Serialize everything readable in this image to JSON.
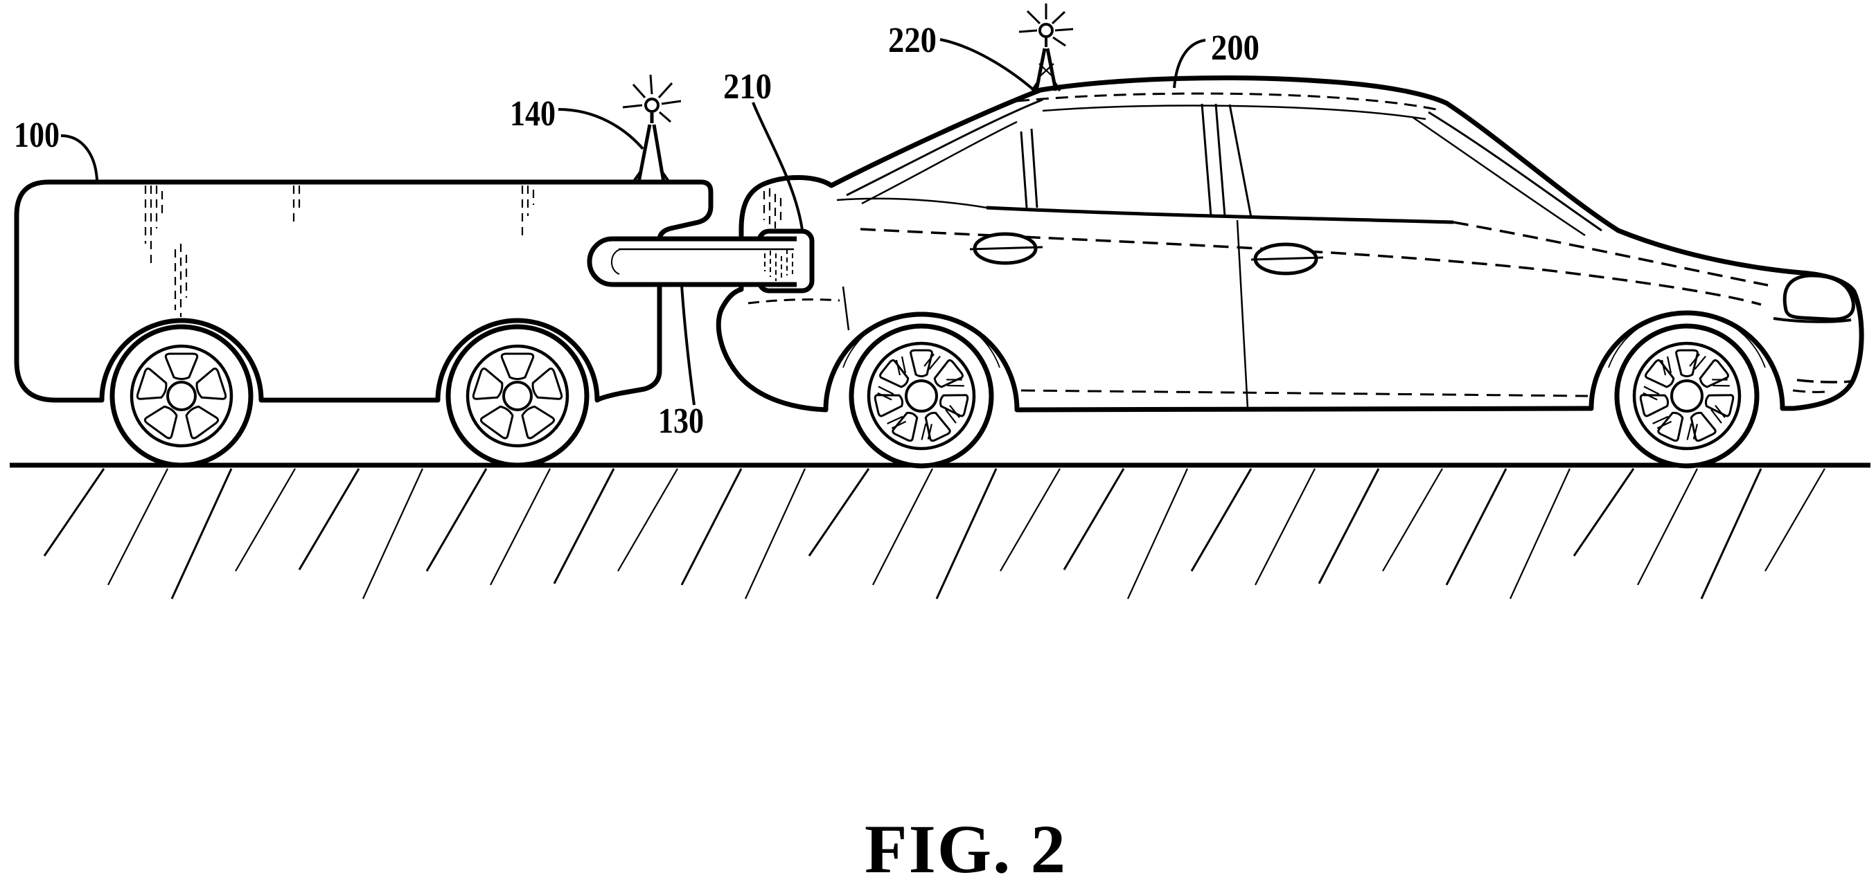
{
  "figure": {
    "caption": "FIG. 2",
    "background_color": "#ffffff",
    "line_color": "#000000",
    "labels": {
      "towing_vehicle": "100",
      "towing_vehicle_antenna": "140",
      "tow_bar": "130",
      "hitch_receiver": "210",
      "towed_vehicle_antenna": "220",
      "towed_vehicle": "200"
    }
  }
}
